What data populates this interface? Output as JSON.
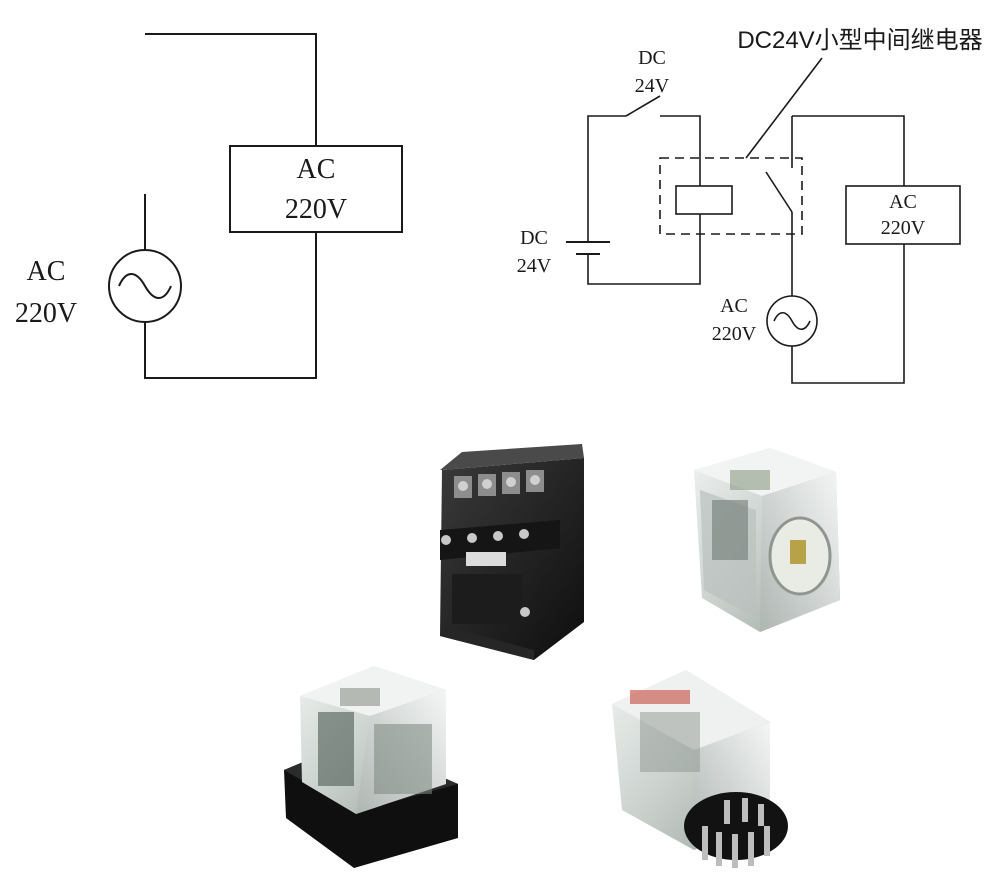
{
  "left_circuit": {
    "load_label_line1": "AC",
    "load_label_line2": "220V",
    "source_label_line1": "AC",
    "source_label_line2": "220V",
    "source_symbol": "ac-source-sine"
  },
  "right_circuit": {
    "relay_callout": "DC24V小型中间继电器",
    "switch_label_line1": "DC",
    "switch_label_line2": "24V",
    "battery_label_line1": "DC",
    "battery_label_line2": "24V",
    "load_label_line1": "AC",
    "load_label_line2": "220V",
    "ac_source_label_line1": "AC",
    "ac_source_label_line2": "220V",
    "source_symbol": "ac-source-sine"
  },
  "products": [
    {
      "name": "black-contactor-relay"
    },
    {
      "name": "clear-cube-relay-top-right"
    },
    {
      "name": "clear-relay-black-base"
    },
    {
      "name": "clear-octal-pin-relay"
    }
  ]
}
